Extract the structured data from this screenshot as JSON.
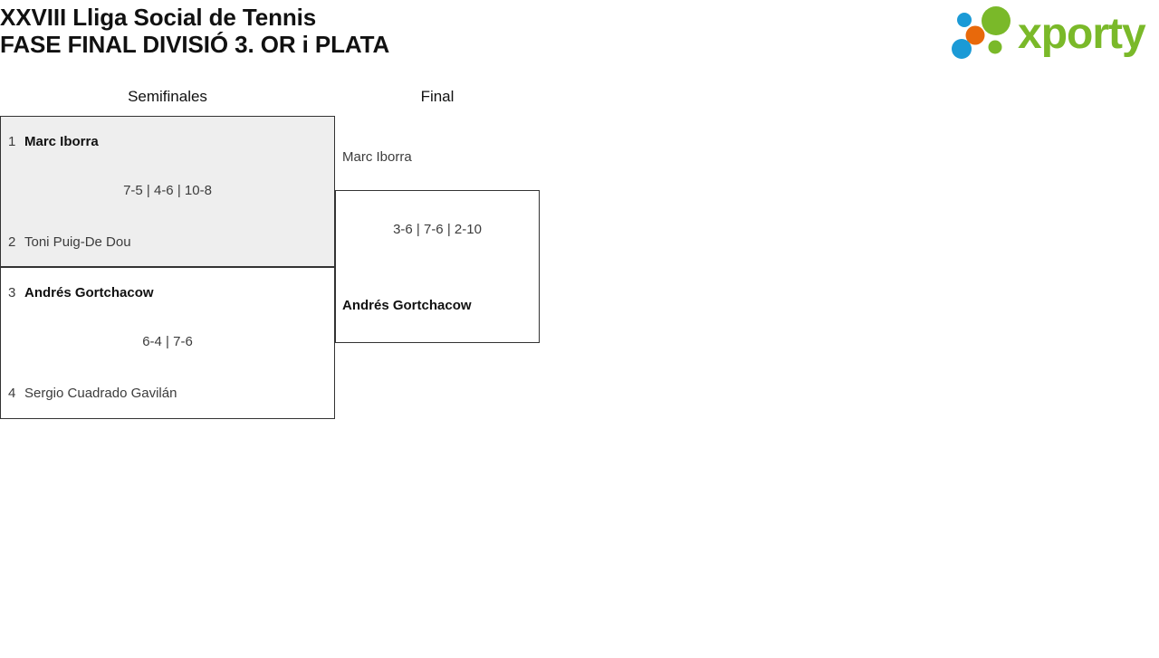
{
  "title": {
    "line1": "XXVIII Lliga Social de Tennis",
    "line2": "FASE FINAL DIVISIÓ 3. OR i PLATA"
  },
  "logo": {
    "wordmark": "xporty",
    "colors": {
      "green": "#7ab929",
      "orange": "#e8690b",
      "blue": "#1b9ad6"
    }
  },
  "rounds": [
    {
      "id": "semifinales",
      "label": "Semifinales"
    },
    {
      "id": "final",
      "label": "Final"
    }
  ],
  "matches": {
    "sf1": {
      "round": "Semifinales",
      "highlighted": true,
      "top": {
        "seed": "1",
        "name": "Marc Iborra",
        "winner": true
      },
      "bottom": {
        "seed": "2",
        "name": "Toni Puig-De Dou",
        "winner": false
      },
      "score": "7-5 | 4-6 | 10-8"
    },
    "sf2": {
      "round": "Semifinales",
      "highlighted": false,
      "top": {
        "seed": "3",
        "name": "Andrés Gortchacow",
        "winner": true
      },
      "bottom": {
        "seed": "4",
        "name": "Sergio Cuadrado Gavilán",
        "winner": false
      },
      "score": "6-4 | 7-6"
    },
    "final": {
      "round": "Final",
      "highlighted": false,
      "top": {
        "seed": "",
        "name": "Marc Iborra",
        "winner": false
      },
      "bottom": {
        "seed": "",
        "name": "Andrés Gortchacow",
        "winner": true
      },
      "score": "3-6 | 7-6 | 2-10"
    }
  }
}
